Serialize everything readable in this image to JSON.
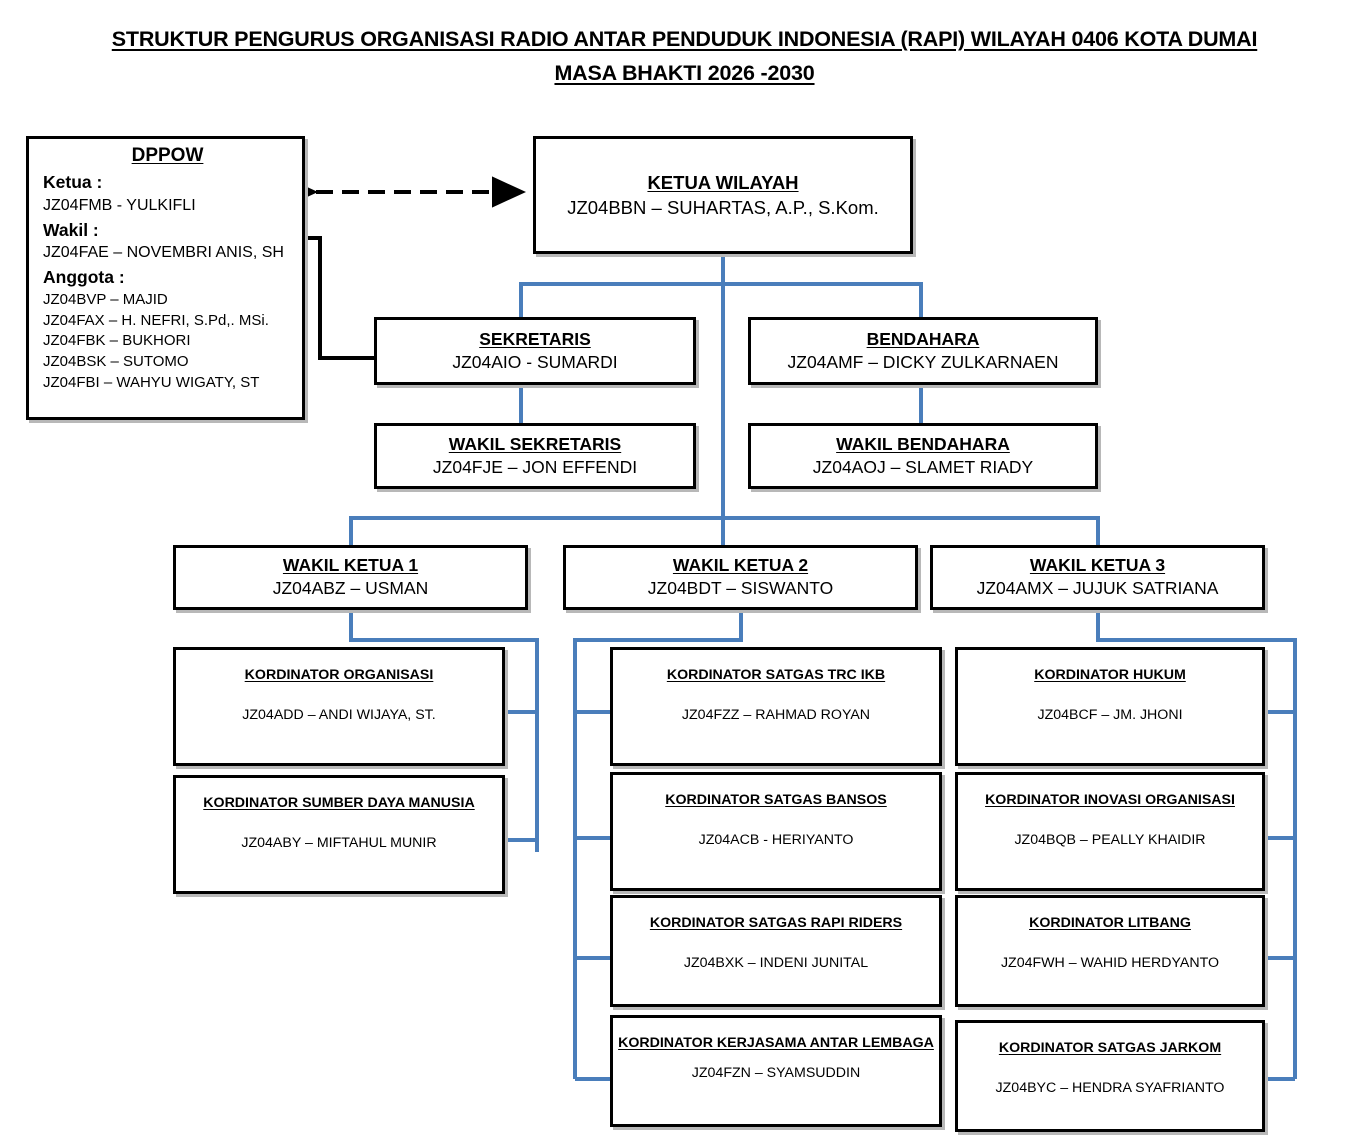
{
  "title": {
    "line1": "STRUKTUR PENGURUS ORGANISASI RADIO ANTAR PENDUDUK INDONESIA (RAPI) WILAYAH 0406 KOTA DUMAI",
    "line2": "MASA BHAKTI 2026 -2030"
  },
  "colors": {
    "box_border": "#000000",
    "connector_blue": "#4A7EBB",
    "connector_black": "#000000",
    "background": "#FFFFFF"
  },
  "dppow": {
    "heading": "DPPOW",
    "ketua_label": "Ketua :",
    "ketua_value": "JZ04FMB - YULKIFLI",
    "wakil_label": "Wakil :",
    "wakil_value": "JZ04FAE – NOVEMBRI ANIS, SH",
    "anggota_label": "Anggota :",
    "anggota": [
      "JZ04BVP – MAJID",
      "JZ04FAX – H. NEFRI, S.Pd,. MSi.",
      "JZ04FBK – BUKHORI",
      "JZ04BSK – SUTOMO",
      "JZ04FBI – WAHYU WIGATY, ST"
    ]
  },
  "nodes": {
    "ketua_wilayah": {
      "title": "KETUA WILAYAH",
      "name": "JZ04BBN – SUHARTAS, A.P., S.Kom."
    },
    "sekretaris": {
      "title": "SEKRETARIS",
      "name": "JZ04AIO - SUMARDI"
    },
    "bendahara": {
      "title": "BENDAHARA",
      "name": "JZ04AMF – DICKY ZULKARNAEN"
    },
    "wakil_sekretaris": {
      "title": "WAKIL SEKRETARIS",
      "name": "JZ04FJE – JON EFFENDI"
    },
    "wakil_bendahara": {
      "title": "WAKIL BENDAHARA",
      "name": "JZ04AOJ – SLAMET RIADY"
    },
    "wakil_ketua_1": {
      "title": "WAKIL KETUA 1",
      "name": "JZ04ABZ – USMAN"
    },
    "wakil_ketua_2": {
      "title": "WAKIL KETUA 2",
      "name": "JZ04BDT – SISWANTO"
    },
    "wakil_ketua_3": {
      "title": "WAKIL KETUA 3",
      "name": "JZ04AMX – JUJUK SATRIANA"
    },
    "kord_organisasi": {
      "title": "KORDINATOR ORGANISASI",
      "name": "JZ04ADD – ANDI WIJAYA, ST."
    },
    "kord_sdm": {
      "title": "KORDINATOR SUMBER DAYA MANUSIA",
      "name": "JZ04ABY – MIFTAHUL MUNIR"
    },
    "kord_trc_ikb": {
      "title": "KORDINATOR SATGAS TRC IKB",
      "name": "JZ04FZZ – RAHMAD ROYAN"
    },
    "kord_bansos": {
      "title": "KORDINATOR SATGAS BANSOS",
      "name": "JZ04ACB - HERIYANTO"
    },
    "kord_rapi_riders": {
      "title": "KORDINATOR SATGAS RAPI RIDERS",
      "name": "JZ04BXK – INDENI JUNITAL"
    },
    "kord_kerjasama": {
      "title": "KORDINATOR KERJASAMA ANTAR LEMBAGA",
      "name": "JZ04FZN – SYAMSUDDIN"
    },
    "kord_hukum": {
      "title": "KORDINATOR HUKUM",
      "name": "JZ04BCF – JM. JHONI"
    },
    "kord_inovasi": {
      "title": "KORDINATOR INOVASI ORGANISASI",
      "name": "JZ04BQB – PEALLY KHAIDIR"
    },
    "kord_litbang": {
      "title": "KORDINATOR LITBANG",
      "name": "JZ04FWH – WAHID HERDYANTO"
    },
    "kord_jarkom": {
      "title": "KORDINATOR SATGAS JARKOM",
      "name": "JZ04BYC – HENDRA SYAFRIANTO"
    }
  }
}
